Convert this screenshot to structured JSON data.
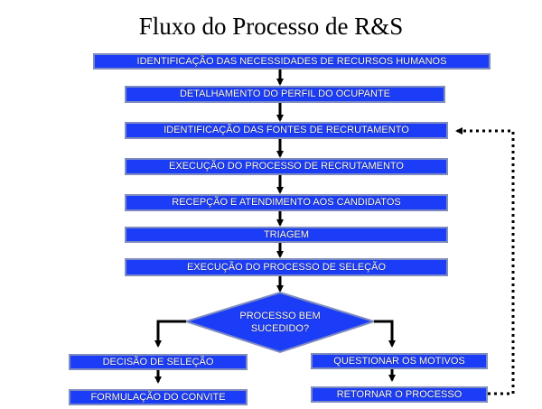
{
  "diagram": {
    "title": "Fluxo do Processo de R&S",
    "steps": [
      "IDENTIFICAÇÃO DAS NECESSIDADES DE RECURSOS HUMANOS",
      "DETALHAMENTO DO PERFIL DO OCUPANTE",
      "IDENTIFICAÇÃO DAS FONTES DE RECRUTAMENTO",
      "EXECUÇÃO DO PROCESSO DE RECRUTAMENTO",
      "RECEPÇÃO E ATENDIMENTO AOS CANDIDATOS",
      "TRIAGEM",
      "EXECUÇÃO DO PROCESSO DE SELEÇÃO"
    ],
    "decision": {
      "line1": "PROCESSO BEM",
      "line2": "SUCEDIDO?"
    },
    "left_branch": [
      "DECISÃO DE SELEÇÃO",
      "FORMULAÇÃO DO CONVITE"
    ],
    "right_branch": [
      "QUESTIONAR OS MOTIVOS",
      "RETORNAR O PROCESSO"
    ],
    "colors": {
      "box_fill": "#1c3df7",
      "box_border": "#7f8cc0",
      "text": "#ffffff",
      "arrow": "#000000"
    }
  }
}
